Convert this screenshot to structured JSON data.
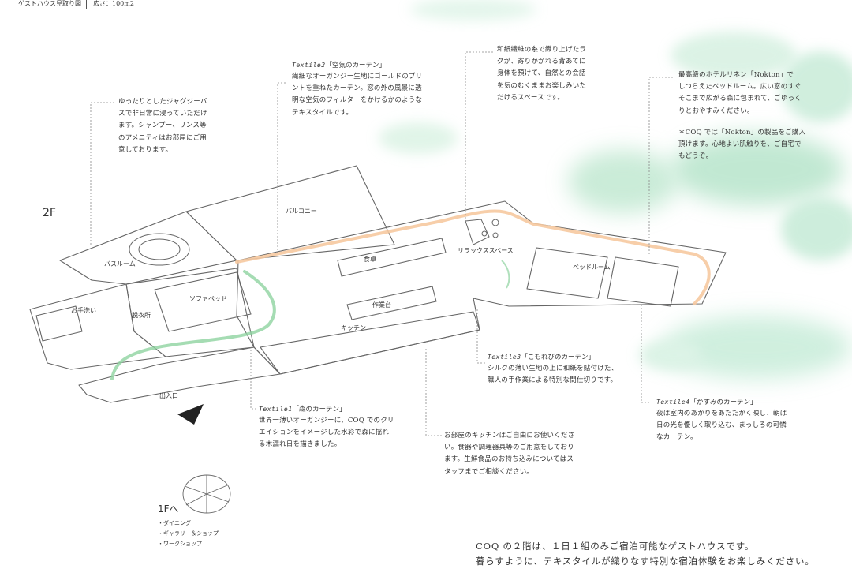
{
  "header": {
    "title": "ゲストハウス見取り図",
    "area": "広さ：100m2"
  },
  "floor_label": "2F",
  "rooms": {
    "balcony": "バルコニー",
    "bathroom": "バスルーム",
    "sofabed": "ソファベッド",
    "washroom": "お手洗い",
    "dressing": "脱衣所",
    "dining_table": "食卓",
    "work_table": "作業台",
    "kitchen": "キッチン",
    "relax_space": "リラックススペース",
    "bedroom": "ベッドルーム",
    "entrance": "出入口"
  },
  "notes": {
    "bath": [
      "ゆったりとしたジャグジーバ",
      "スで非日常に浸っていただけ",
      "ます。シャンプー、リンス等",
      "のアメニティはお部屋にご用",
      "意しております。"
    ],
    "rug": [
      "和紙繊維の糸で織り上げたラ",
      "グが、寄りかかれる背あてに",
      "身体を預けて、自然との会話",
      "を気のむくままお楽しみいた",
      "だけるスペースです。"
    ],
    "linen": [
      "最高級のホテルリネン「Nokton」で",
      "しつらえたベッドルーム。広い窓のすぐ",
      "そこまで広がる森に包まれて、ごゆっく",
      "りとおやすみください。",
      "",
      "＊COQ では「Nokton」の製品をご購入",
      "頂けます。心地よい肌触りを、ご自宅で",
      "もどうぞ。"
    ],
    "kitchen": [
      "お部屋のキッチンはご自由にお使いくださ",
      "い。食器や調理器具等のご用意をしており",
      "ます。生鮮食品のお持ち込みについてはス",
      "タッフまでご相談ください。"
    ]
  },
  "textiles": [
    {
      "tag": "Textile2",
      "title": "「空気のカーテン」",
      "body": [
        "繊細なオーガンジー生地にゴールドのプリ",
        "ントを重ねたカーテン。窓の外の風景に透",
        "明な空気のフィルターをかけるかのような",
        "テキスタイルです。"
      ]
    },
    {
      "tag": "Textile3",
      "title": "「こもれびのカーテン」",
      "body": [
        "シルクの薄い生地の上に和紙を貼付けた、",
        "職人の手作業による特別な間仕切りです。"
      ]
    },
    {
      "tag": "Textile1",
      "title": "「森のカーテン」",
      "body": [
        "世界一薄いオーガンジーに、COQ でのクリ",
        "エイションをイメージした水彩で森に揺れ",
        "る木漏れ日を描きました。"
      ]
    },
    {
      "tag": "Textile4",
      "title": "「かすみのカーテン」",
      "body": [
        "夜は室内のあかりをあたたかく映し、朝は",
        "日の光を優しく取り込む、まっしろの可憐",
        "なカーテン。"
      ]
    }
  ],
  "first_floor": {
    "label": "1Fへ",
    "items": [
      "・ダイニング",
      "・ギャラリー＆ショップ",
      "・ワークショップ"
    ]
  },
  "bottom_text": [
    "COQ の２階は、１日１組のみご宿泊可能なゲストハウスです。",
    "暮らすように、テキスタイルが織りなす特別な宿泊体験をお楽しみください。"
  ],
  "colors": {
    "line": "#666666",
    "green_curtain": "#8fd3a0",
    "orange_curtain": "#f6c9a0",
    "watercolor": "#9fdcb8"
  }
}
